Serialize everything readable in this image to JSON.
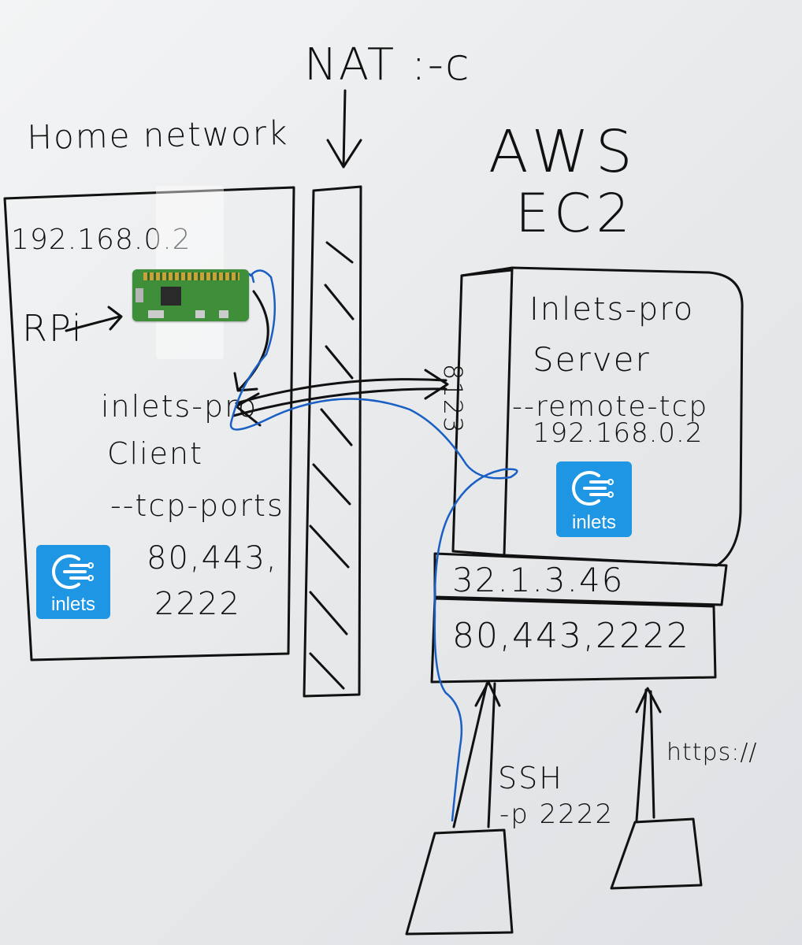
{
  "labels": {
    "nat": "NAT :-c",
    "home_network": "Home network",
    "aws": "AWS",
    "ec2": "EC2",
    "home_ip": "192.168.0.2",
    "rpi": "RPi",
    "client_line1": "inlets-pro",
    "client_line2": "Client",
    "client_flag": "--tcp-ports",
    "client_ports_a": "80,443,",
    "client_ports_b": "2222",
    "server_line1": "Inlets-pro",
    "server_line2": "Server",
    "server_flag": "--remote-tcp",
    "server_remote": "192.168.0.2",
    "control_port": "8123",
    "public_ip": "32.1.3.46",
    "public_ports": "80,443,2222",
    "ssh": "SSH",
    "ssh_flag": "-p 2222",
    "https": "https://"
  },
  "logos": {
    "client_logo_text": "inlets",
    "server_logo_text": "inlets"
  },
  "colors": {
    "ink": "#111111",
    "blue_pen": "#1a5fc4",
    "logo_blue": "#1e96e3",
    "pi_board": "#3f8f3a"
  },
  "icons": [
    "raspberry-pi-board-photo",
    "inlets-logo-icon",
    "arrow-icon",
    "laptop-icon"
  ]
}
